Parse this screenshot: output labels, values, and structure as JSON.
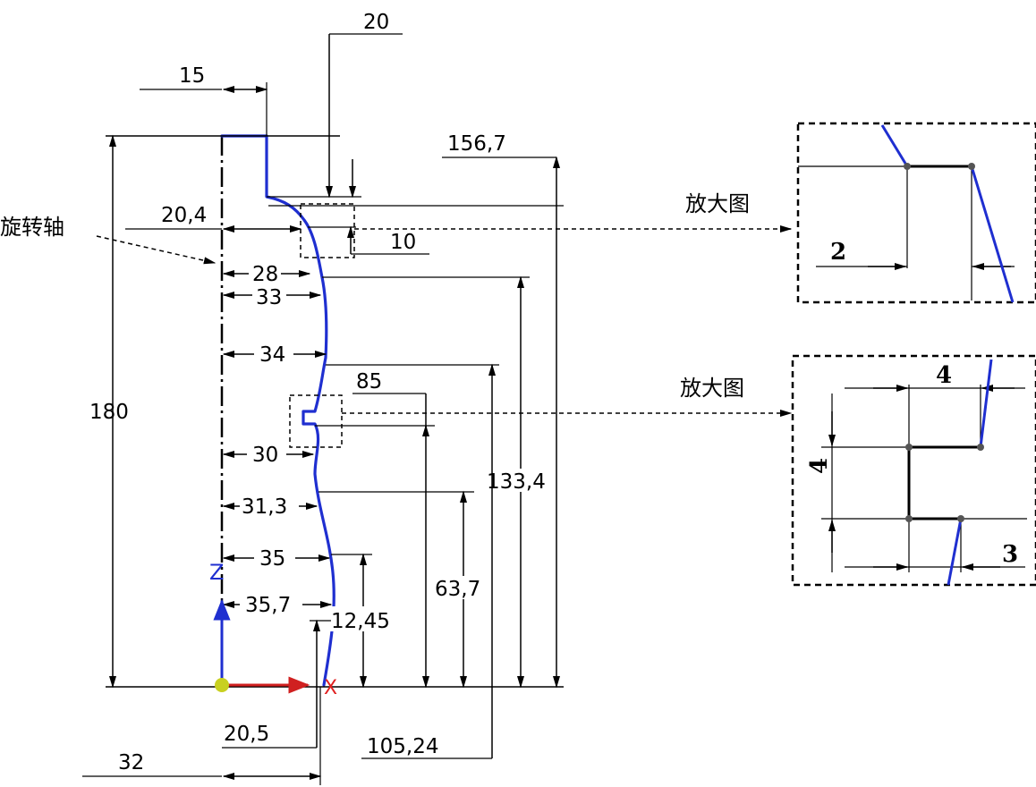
{
  "labels": {
    "axis_label": "旋转轴",
    "zoom_top": "放大图",
    "zoom_bottom": "放大图",
    "axis_z": "Z",
    "origin_x": "X"
  },
  "dims": {
    "d20": "20",
    "d15": "15",
    "d156_7": "156,7",
    "d20_4": "20,4",
    "d10": "10",
    "d28": "28",
    "d33": "33",
    "d34": "34",
    "d85": "85",
    "d180": "180",
    "d133_4": "133,4",
    "d30": "30",
    "d31_3": "31,3",
    "d63_7": "63,7",
    "d35": "35",
    "d35_7": "35,7",
    "d12_45": "12,45",
    "d20_5": "20,5",
    "d105_24": "105,24",
    "d32": "32"
  },
  "detail_top": {
    "d2": "2"
  },
  "detail_bottom": {
    "d4_top": "4",
    "d4_side": "4",
    "d3": "3"
  },
  "colors": {
    "profile": "#1f2fd0",
    "x_axis": "#e02020",
    "origin": "#c8d020"
  }
}
